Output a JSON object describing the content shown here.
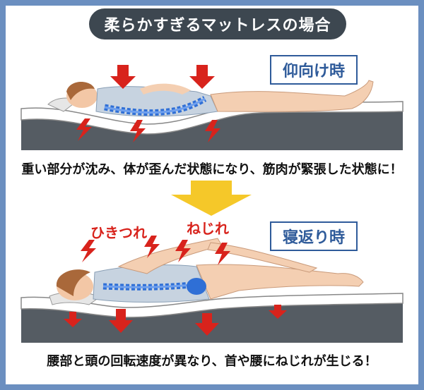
{
  "title": "柔らかすぎるマットレスの場合",
  "panel_top": {
    "tag": "仰向け時",
    "caption": "重い部分が沈み、体が歪んだ状態になり、筋肉が緊張した状態に！"
  },
  "panel_bottom": {
    "tag": "寝返り時",
    "label_left": "ひきつれ",
    "label_right": "ねじれ",
    "caption": "腰部と頭の回転速度が異なり、首や腰にねじれが生じる！"
  },
  "colors": {
    "accent_red": "#d8231c",
    "arrow_yellow": "#f5c829",
    "frame_blue": "#6b8fc0",
    "tag_blue": "#2f5b9a",
    "spine_blue": "#2f6fd6",
    "mattress_gray": "#555c63"
  }
}
